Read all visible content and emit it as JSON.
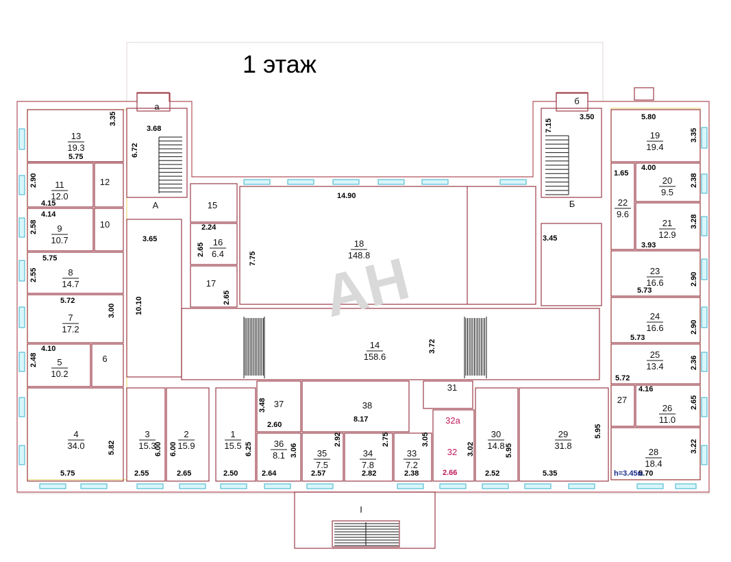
{
  "title": "1 этаж",
  "height_note": "h=3.45м",
  "watermark": "AH",
  "rooms": [
    {
      "id": "r13",
      "num": "13",
      "area": "19.3"
    },
    {
      "id": "r11",
      "num": "11",
      "area": "12.0"
    },
    {
      "id": "r12",
      "num": "12",
      "area": ""
    },
    {
      "id": "r9",
      "num": "9",
      "area": "10.7"
    },
    {
      "id": "r10",
      "num": "10",
      "area": ""
    },
    {
      "id": "r8",
      "num": "8",
      "area": "14.7"
    },
    {
      "id": "r7",
      "num": "7",
      "area": "17.2"
    },
    {
      "id": "r5",
      "num": "5",
      "area": "10.2"
    },
    {
      "id": "r6",
      "num": "6",
      "area": ""
    },
    {
      "id": "r4",
      "num": "4",
      "area": "34.0"
    },
    {
      "id": "r3",
      "num": "3",
      "area": "15.3"
    },
    {
      "id": "r2",
      "num": "2",
      "area": "15.9"
    },
    {
      "id": "r1",
      "num": "1",
      "area": "15.5"
    },
    {
      "id": "r37",
      "num": "37",
      "area": ""
    },
    {
      "id": "r36",
      "num": "36",
      "area": "8.1"
    },
    {
      "id": "r35",
      "num": "35",
      "area": "7.5"
    },
    {
      "id": "r34",
      "num": "34",
      "area": "7.8"
    },
    {
      "id": "r33",
      "num": "33",
      "area": "7.2"
    },
    {
      "id": "r32",
      "num": "32",
      "area": ""
    },
    {
      "id": "r32a",
      "num": "32а",
      "area": ""
    },
    {
      "id": "r31",
      "num": "31",
      "area": ""
    },
    {
      "id": "r30",
      "num": "30",
      "area": "14.8"
    },
    {
      "id": "r29",
      "num": "29",
      "area": "31.8"
    },
    {
      "id": "r28",
      "num": "28",
      "area": "18.4"
    },
    {
      "id": "r27",
      "num": "27",
      "area": ""
    },
    {
      "id": "r26",
      "num": "26",
      "area": "11.0"
    },
    {
      "id": "r25",
      "num": "25",
      "area": "13.4"
    },
    {
      "id": "r24",
      "num": "24",
      "area": "16.6"
    },
    {
      "id": "r23",
      "num": "23",
      "area": "16.6"
    },
    {
      "id": "r22",
      "num": "22",
      "area": "9.6"
    },
    {
      "id": "r21",
      "num": "21",
      "area": "12.9"
    },
    {
      "id": "r20",
      "num": "20",
      "area": "9.5"
    },
    {
      "id": "r19",
      "num": "19",
      "area": "19.4"
    },
    {
      "id": "r18",
      "num": "18",
      "area": "148.8"
    },
    {
      "id": "r14",
      "num": "14",
      "area": "158.6"
    },
    {
      "id": "r15",
      "num": "15",
      "area": ""
    },
    {
      "id": "r16",
      "num": "16",
      "area": "6.4"
    },
    {
      "id": "r17",
      "num": "17",
      "area": ""
    },
    {
      "id": "r38",
      "num": "38",
      "area": ""
    }
  ],
  "labels": {
    "A": "А",
    "B": "Б",
    "a": "а",
    "b": "б",
    "I": "I"
  },
  "dims": [
    "3.35",
    "5.75",
    "2.90",
    "4.15",
    "4.14",
    "2.58",
    "5.75",
    "2.55",
    "5.72",
    "3.00",
    "4.10",
    "2.48",
    "5.82",
    "5.75",
    "2.55",
    "6.00",
    "6.00",
    "2.65",
    "2.50",
    "6.25",
    "3.48",
    "2.60",
    "2.64",
    "3.06",
    "2.57",
    "2.92",
    "2.82",
    "2.75",
    "2.38",
    "3.05",
    "2.66",
    "3.02",
    "2.52",
    "5.95",
    "5.35",
    "5.95",
    "5.70",
    "3.22",
    "4.16",
    "2.65",
    "5.72",
    "2.36",
    "5.73",
    "2.90",
    "5.73",
    "2.90",
    "3.93",
    "3.28",
    "2.38",
    "4.00",
    "1.65",
    "3.35",
    "5.80",
    "3.50",
    "7.15",
    "3.68",
    "6.72",
    "3.65",
    "10.10",
    "2.24",
    "2.65",
    "2.65",
    "7.75",
    "14.90",
    "3.72",
    "8.17",
    "3.45"
  ]
}
